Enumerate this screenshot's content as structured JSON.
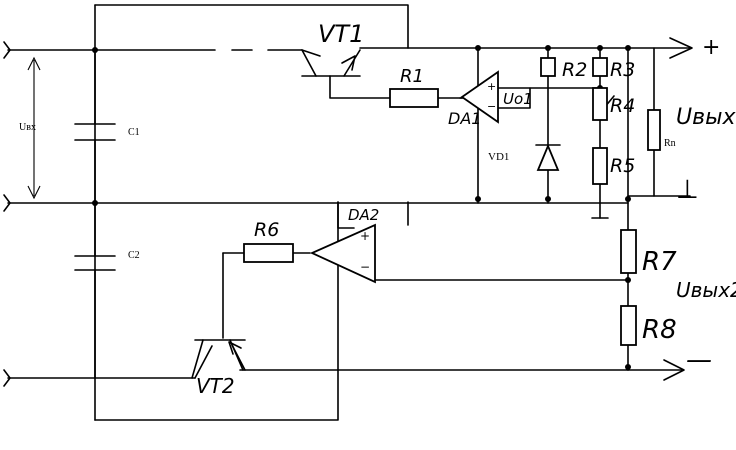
{
  "labels": {
    "vt1": "VT1",
    "vt2": "VT2",
    "r1": "R1",
    "r2": "R2",
    "r3": "R3",
    "r4": "R4",
    "r5": "R5",
    "r6": "R6",
    "r7": "R7",
    "r8": "R8",
    "rn": "Rn",
    "da1": "DA1",
    "da2": "DA2",
    "vd1": "VD1",
    "c1": "C1",
    "c2": "C2",
    "uvx": "Uвх",
    "uo1": "Uo1",
    "uvyx": "Uвых",
    "uvyx2": "Uвых2",
    "plus": "+",
    "ground": "⊥",
    "minus": "—"
  },
  "opamp_pins": {
    "plus": "+",
    "minus": "−"
  }
}
